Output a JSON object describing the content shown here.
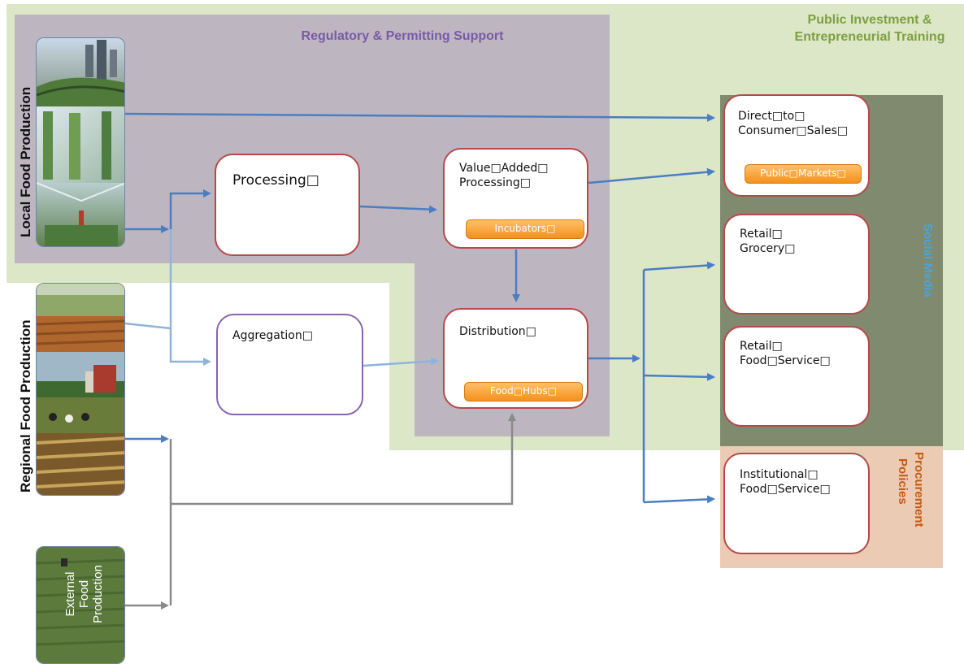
{
  "zones": {
    "public_investment": {
      "line1": "Public Investment &",
      "line2": "Entrepreneurial Training",
      "color": "#7ea03f",
      "fill": "#dce7c8"
    },
    "regulatory": {
      "label": "Regulatory & Permitting Support",
      "color": "#7a5aa8",
      "fill": "#bdb6c0"
    },
    "social_media": {
      "label": "Social Media",
      "color": "#4aa4dc",
      "fill": "#7f8a6e"
    },
    "procurement": {
      "line1": "Procurement",
      "line2": "Policies",
      "color": "#c45a14",
      "fill": "#ebcbb4"
    }
  },
  "sources": {
    "local": "Local Food Production",
    "regional": "Regional Food Production",
    "external": "External\nFood\nProduction"
  },
  "nodes": {
    "processing": "Processing□",
    "value_added": "Value□Added□\nProcessing□",
    "aggregation": "Aggregation□",
    "distribution": "Distribution□",
    "direct_sales": "Direct□to□\nConsumer□Sales□",
    "retail_grocery": "Retail□\nGrocery□",
    "retail_food_service": "Retail□\nFood□Service□",
    "institutional": "Institutional□\nFood□Service□"
  },
  "pills": {
    "incubators": "Incubators□",
    "food_hubs": "Food□Hubs□",
    "public_markets": "Public□Markets□"
  },
  "colors": {
    "arrow_blue": "#4a7ec0",
    "arrow_light_blue": "#8fb3de",
    "arrow_gray": "#8a8a8a",
    "border_red": "#b8484a",
    "border_purple": "#8a64b0",
    "pill_orange": "#f5a033"
  }
}
